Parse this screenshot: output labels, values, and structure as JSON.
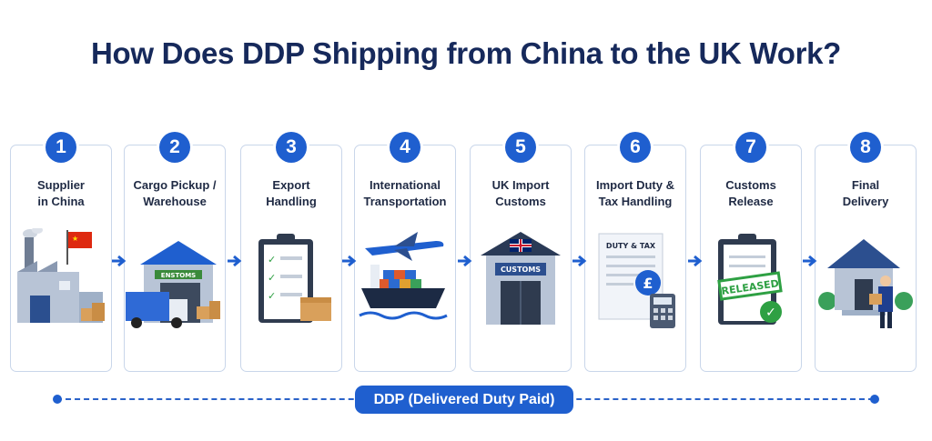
{
  "title": "How Does DDP Shipping from China to the UK Work?",
  "steps": [
    {
      "number": "1",
      "line1": "Supplier",
      "line2": "in China",
      "icon": "factory-china-flag-icon"
    },
    {
      "number": "2",
      "line1": "Cargo Pickup /",
      "line2": "Warehouse",
      "icon": "warehouse-truck-icon",
      "sign": "ENSTOMS"
    },
    {
      "number": "3",
      "line1": "Export",
      "line2": "Handling",
      "icon": "clipboard-checklist-icon"
    },
    {
      "number": "4",
      "line1": "International",
      "line2": "Transportation",
      "icon": "plane-ship-icon"
    },
    {
      "number": "5",
      "line1": "UK Import",
      "line2": "Customs",
      "icon": "customs-building-icon",
      "sign": "CUSTOMS"
    },
    {
      "number": "6",
      "line1": "Import Duty &",
      "line2": "Tax Handling",
      "icon": "duty-tax-document-icon",
      "sign": "DUTY & TAX",
      "symbol": "£"
    },
    {
      "number": "7",
      "line1": "Customs",
      "line2": "Release",
      "icon": "released-clipboard-icon",
      "sign": "RELEASED"
    },
    {
      "number": "8",
      "line1": "Final",
      "line2": "Delivery",
      "icon": "house-delivery-icon"
    }
  ],
  "footer": {
    "label": "DDP (Delivered Duty Paid)"
  },
  "colors": {
    "primary": "#1f5fcf",
    "title": "#16295b",
    "card_border": "#c9d6ea"
  }
}
